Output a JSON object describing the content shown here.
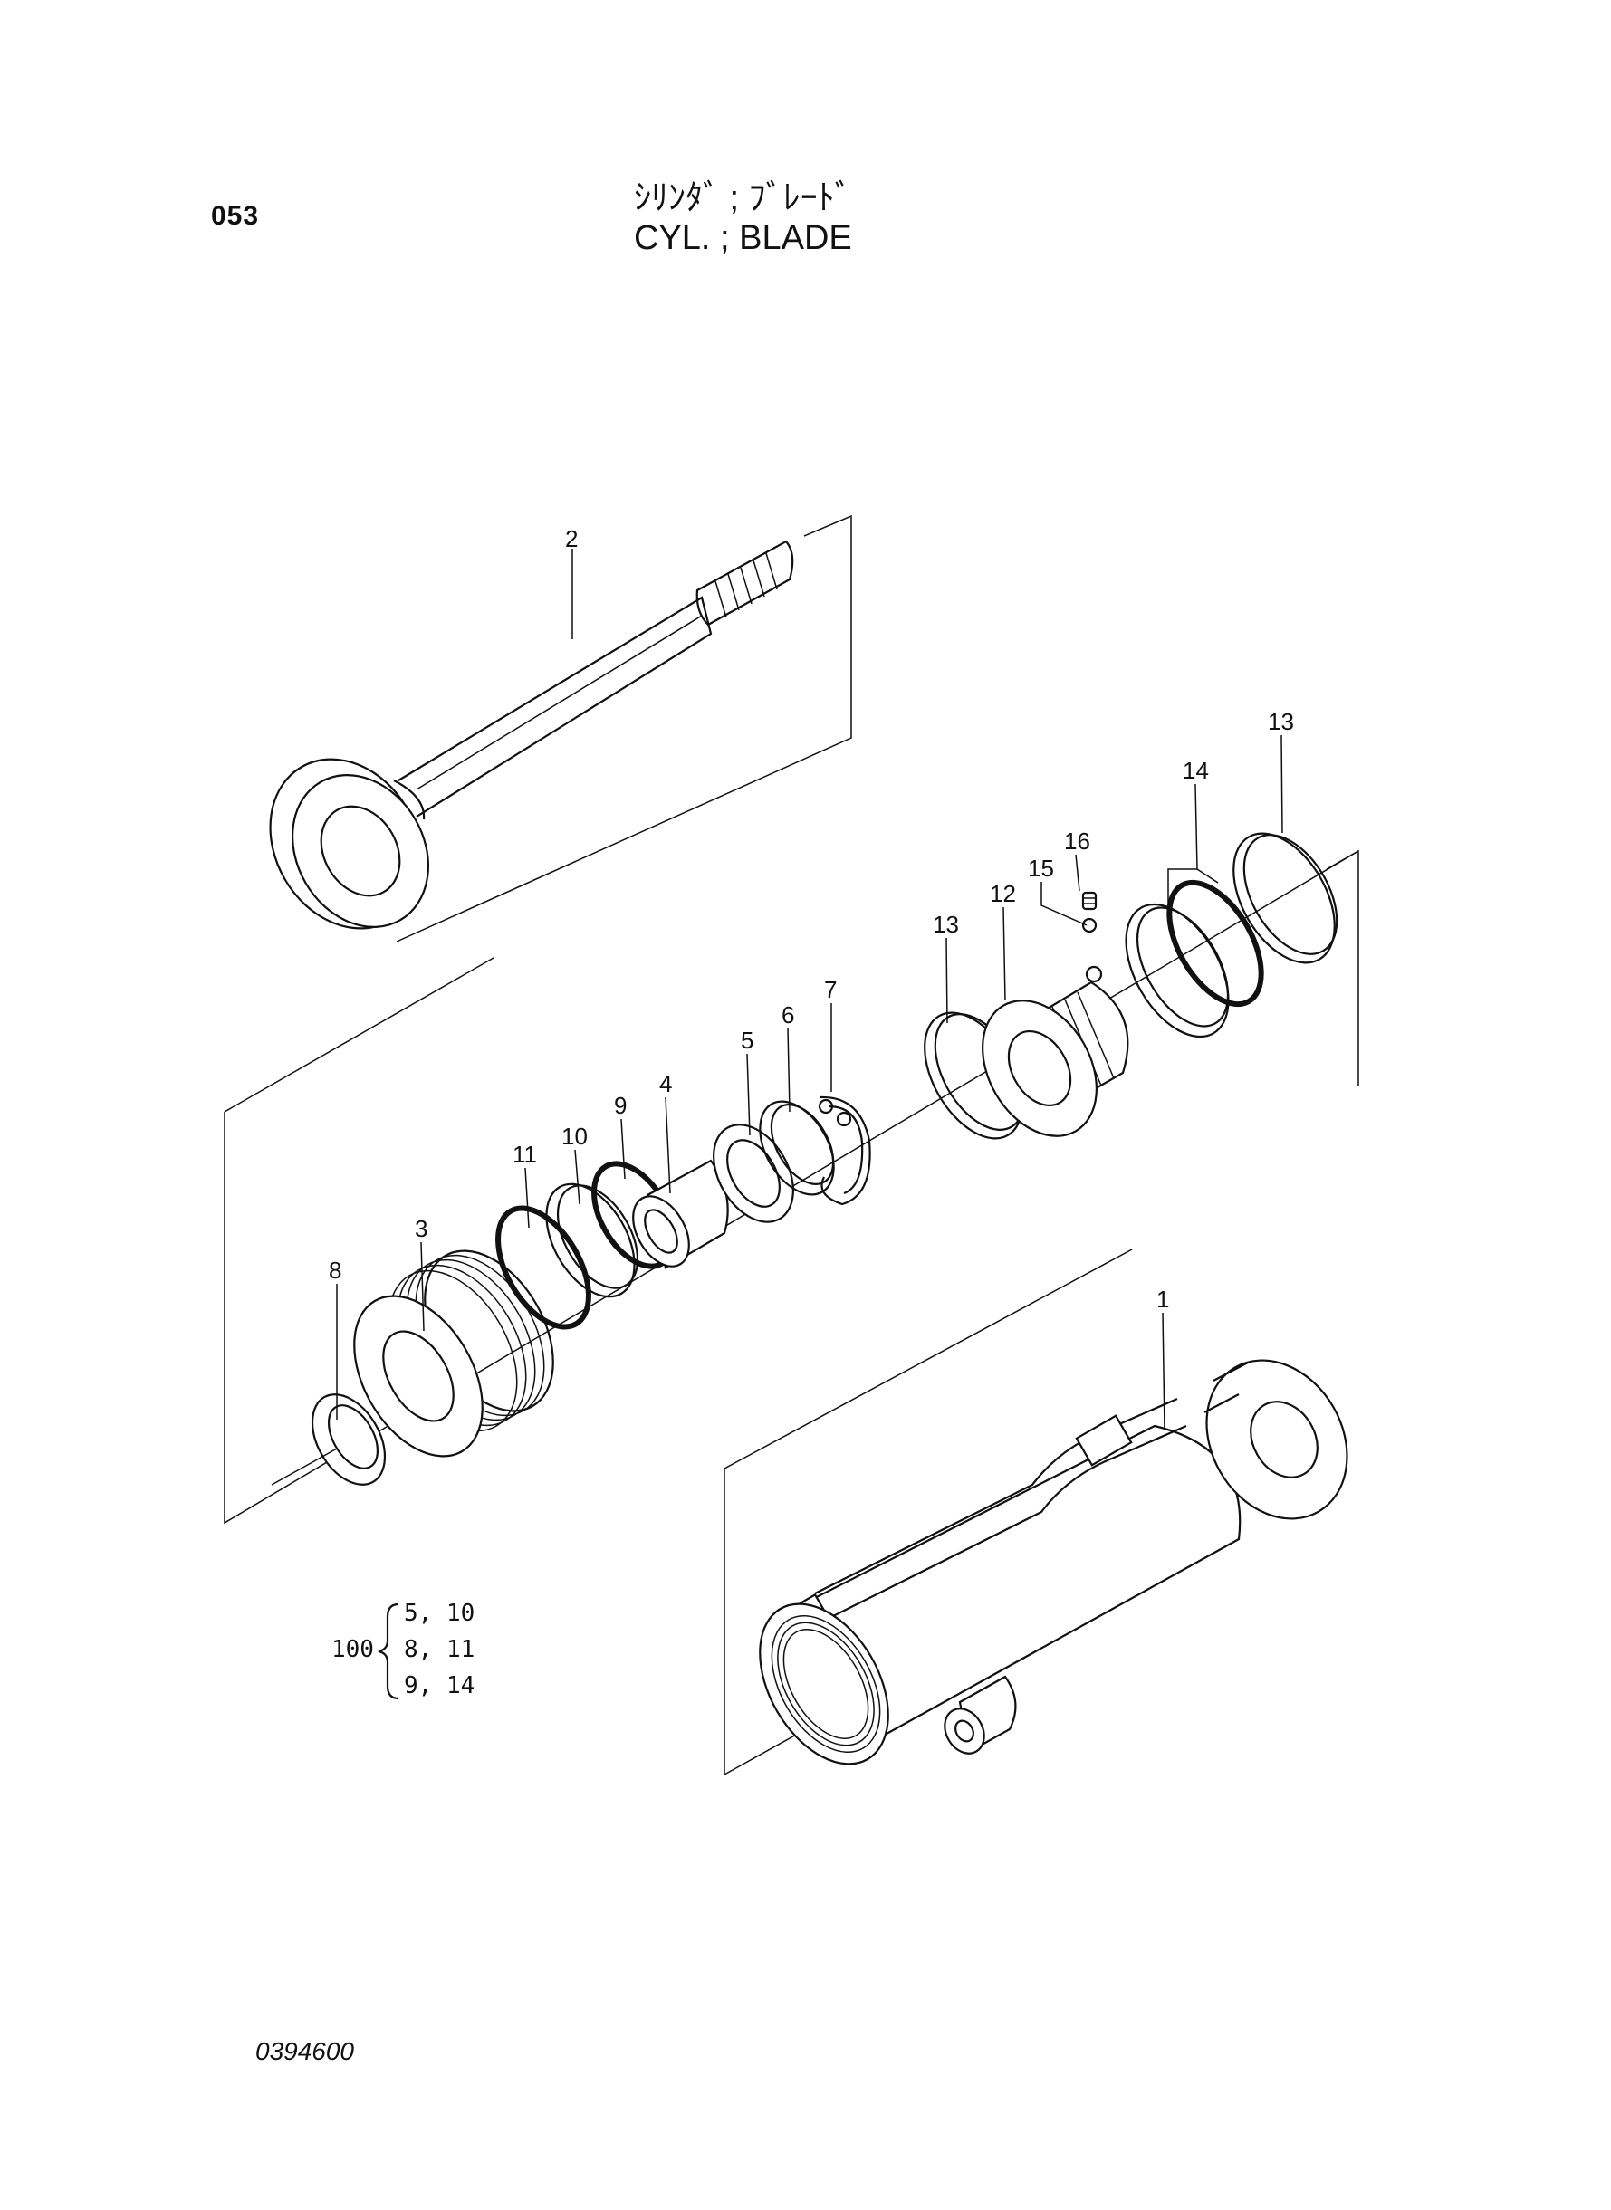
{
  "header": {
    "page_number": "053",
    "title_jp": "ｼﾘﾝﾀﾞ ; ﾌﾞﾚｰﾄﾞ",
    "title_en": "CYL. ; BLADE"
  },
  "callouts": {
    "c1": "1",
    "c2": "2",
    "c3": "3",
    "c4": "4",
    "c5": "5",
    "c6": "6",
    "c7": "7",
    "c8": "8",
    "c9": "9",
    "c10": "10",
    "c11": "11",
    "c12": "12",
    "c13a": "13",
    "c13b": "13",
    "c14": "14",
    "c15": "15",
    "c16": "16"
  },
  "kit": {
    "number": "100",
    "lines": [
      "5, 10",
      "8, 11",
      "9, 14"
    ]
  },
  "footer": {
    "drawing_number": "0394600"
  }
}
